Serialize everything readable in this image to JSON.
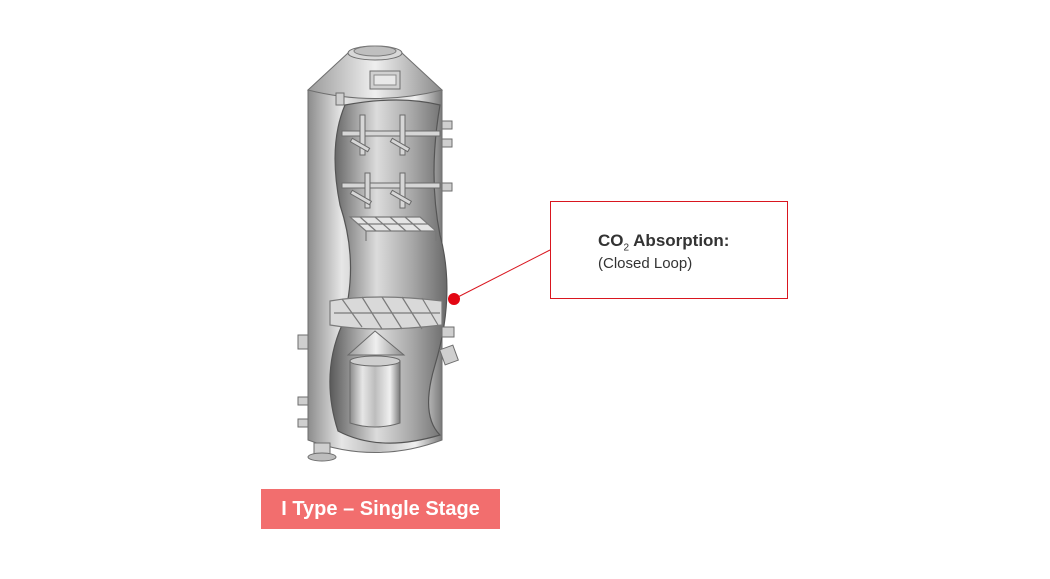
{
  "callout": {
    "title_main": "CO",
    "title_sub": "2",
    "title_rest": " Absorption:",
    "subtitle": "(Closed Loop)",
    "accent_color": "#d9161f"
  },
  "label": {
    "text": "I Type – Single Stage",
    "bg_color": "#f26e6e"
  },
  "image": {
    "subject": "scrubber-tower-cutaway"
  }
}
